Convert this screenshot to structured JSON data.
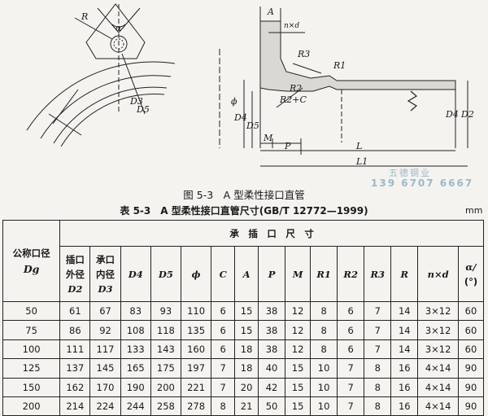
{
  "figure": {
    "caption": "图 5-3　A 型柔性接口直管",
    "labels": {
      "R": "R",
      "alpha": "α",
      "D3": "D3",
      "D5": "D5",
      "phi": "ϕ",
      "D4": "D4",
      "A": "A",
      "nxd": "n×d",
      "R3": "R3",
      "R1": "R1",
      "R2": "R2",
      "R2C": "R2+C",
      "M": "M",
      "P": "P",
      "L": "L",
      "L1": "L1",
      "D2": "D2"
    }
  },
  "watermark": {
    "line1": "五德钢业",
    "line2": "139 6707 6667"
  },
  "table": {
    "title": "表 5-3　A 型柔性接口直管尺寸(GB/T 12772—1999)",
    "unit": "mm",
    "group_header": "承　插　口　尺　寸",
    "col_nominal": "公称口径",
    "col_nominal_sym": "Dg",
    "col_d2_line1": "插口",
    "col_d2_line2": "外径",
    "col_d2_sym": "D2",
    "col_d3_line1": "承口",
    "col_d3_line2": "内径",
    "col_d3_sym": "D3",
    "symbols": [
      "D4",
      "D5",
      "ϕ",
      "C",
      "A",
      "P",
      "M",
      "R1",
      "R2",
      "R3",
      "R",
      "n×d"
    ],
    "col_alpha_line1": "α/",
    "col_alpha_line2": "(°)",
    "rows": [
      [
        "50",
        "61",
        "67",
        "83",
        "93",
        "110",
        "6",
        "15",
        "38",
        "12",
        "8",
        "6",
        "7",
        "14",
        "3×12",
        "60"
      ],
      [
        "75",
        "86",
        "92",
        "108",
        "118",
        "135",
        "6",
        "15",
        "38",
        "12",
        "8",
        "6",
        "7",
        "14",
        "3×12",
        "60"
      ],
      [
        "100",
        "111",
        "117",
        "133",
        "143",
        "160",
        "6",
        "18",
        "38",
        "12",
        "8",
        "6",
        "7",
        "14",
        "3×12",
        "60"
      ],
      [
        "125",
        "137",
        "145",
        "165",
        "175",
        "197",
        "7",
        "18",
        "40",
        "15",
        "10",
        "7",
        "8",
        "16",
        "4×14",
        "90"
      ],
      [
        "150",
        "162",
        "170",
        "190",
        "200",
        "221",
        "7",
        "20",
        "42",
        "15",
        "10",
        "7",
        "8",
        "16",
        "4×14",
        "90"
      ],
      [
        "200",
        "214",
        "224",
        "244",
        "258",
        "278",
        "8",
        "21",
        "50",
        "15",
        "10",
        "7",
        "8",
        "16",
        "4×14",
        "90"
      ]
    ]
  }
}
